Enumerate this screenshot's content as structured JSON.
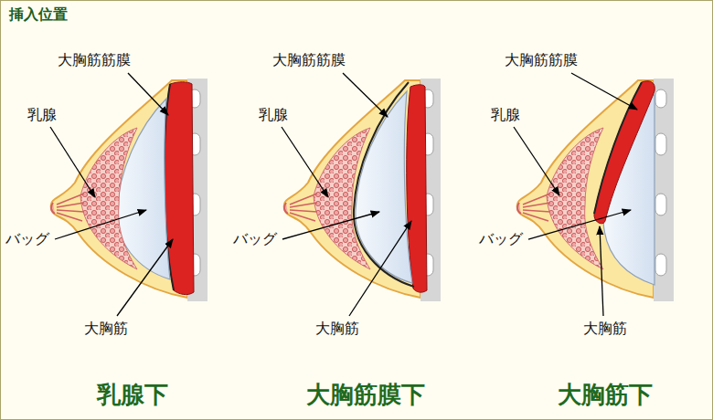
{
  "diagram": {
    "title": "挿入位置",
    "labels": [
      "大胸筋筋膜",
      "乳腺",
      "バッグ",
      "大胸筋",
      "乳腺下",
      "大胸筋筋膜",
      "乳腺",
      "バッグ",
      "大胸筋",
      "大胸筋膜下",
      "大胸筋筋膜",
      "乳腺",
      "バッグ",
      "大胸筋",
      "大胸筋下"
    ]
  }
}
